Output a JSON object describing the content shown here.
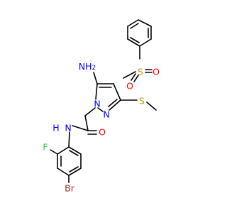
{
  "colors": {
    "background": "#ffffff",
    "bond": "#000000",
    "nitrogen": "#0000ff",
    "oxygen": "#ff0000",
    "sulfur": "#b8a000",
    "fluorine": "#33cc33",
    "bromine": "#a52a2a"
  },
  "labels": {
    "amino_nh2": "NH",
    "amino_sub": "2",
    "pyrazole_n1": "N",
    "pyrazole_n2": "N",
    "sulfonyl_s": "S",
    "sulfonyl_o1": "O",
    "sulfonyl_o2": "O",
    "thioether_s": "S",
    "carbonyl_o": "O",
    "amide_n": "N",
    "amide_h": "H",
    "fluorine": "F",
    "bromine": "Br"
  }
}
